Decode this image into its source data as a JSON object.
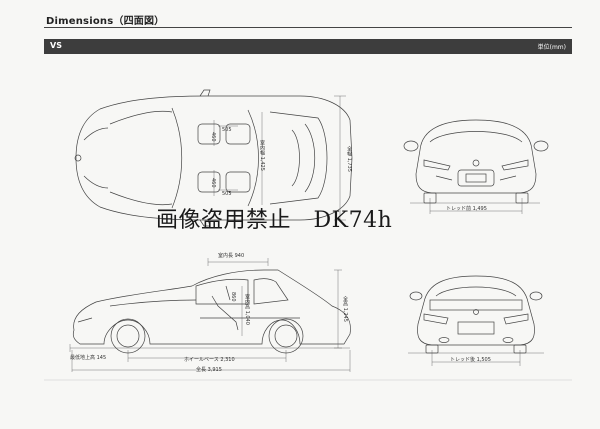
{
  "header": {
    "title": "Dimensions（四面図）",
    "section": "VS",
    "unit": "単位(mm)"
  },
  "watermark": "画像盗用禁止　DK74h",
  "top_view": {
    "overall_width": "全幅 1,735",
    "interior_width": "室内幅 1,425",
    "dim_505_a": "505",
    "dim_505_b": "505",
    "dim_460_a": "460",
    "dim_460_b": "460"
  },
  "front_view": {
    "tread_front": "トレッド前 1,495"
  },
  "side_view": {
    "interior_length": "室内長 940",
    "interior_height": "室内高 1,040",
    "overall_height": "全高 1,245",
    "dim_860": "860",
    "ground_clearance": "最低地上高 145",
    "wheelbase": "ホイールベース 2,310",
    "overall_length": "全長 3,915"
  },
  "rear_view": {
    "tread_rear": "トレッド後 1,505"
  }
}
